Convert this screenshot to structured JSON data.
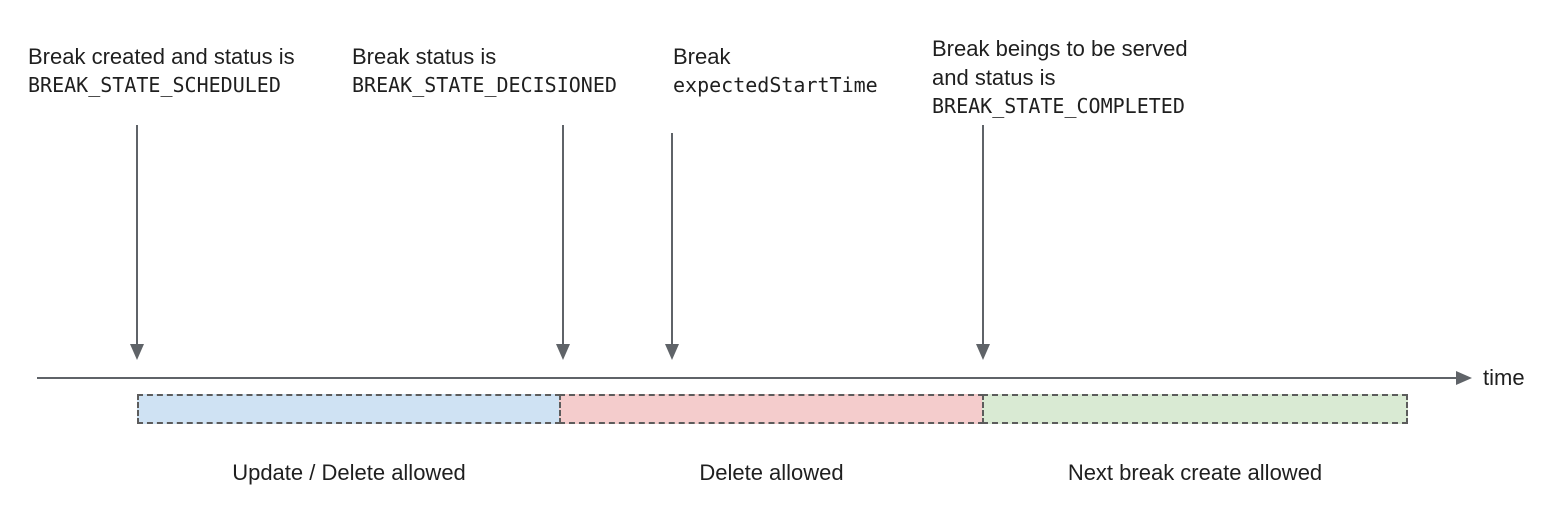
{
  "diagram": {
    "annotations": [
      {
        "name": "break-created",
        "lines": [
          {
            "text": "Break created and status is"
          },
          {
            "text": "BREAK_STATE_SCHEDULED"
          }
        ]
      },
      {
        "name": "break-decisioned",
        "lines": [
          {
            "text": "Break status is"
          },
          {
            "text": "BREAK_STATE_DECISIONED"
          }
        ]
      },
      {
        "name": "break-expected-start",
        "lines": [
          {
            "text": "Break"
          },
          {
            "text": "expectedStartTime"
          }
        ]
      },
      {
        "name": "break-completed",
        "lines": [
          {
            "text": "Break beings to be served"
          },
          {
            "text": "and status is"
          },
          {
            "text": "BREAK_STATE_COMPLETED"
          }
        ]
      }
    ],
    "timeline": {
      "axis_label": "time"
    },
    "segments": [
      {
        "label": "Update / Delete allowed",
        "fill": "#cfe2f3"
      },
      {
        "label": "Delete allowed",
        "fill": "#f4cccc"
      },
      {
        "label": "Next break create allowed",
        "fill": "#d9ead3"
      }
    ],
    "colors": {
      "arrow": "#5f6368",
      "segment_border": "#5c5c5c",
      "text": "#1f1f1f"
    }
  }
}
